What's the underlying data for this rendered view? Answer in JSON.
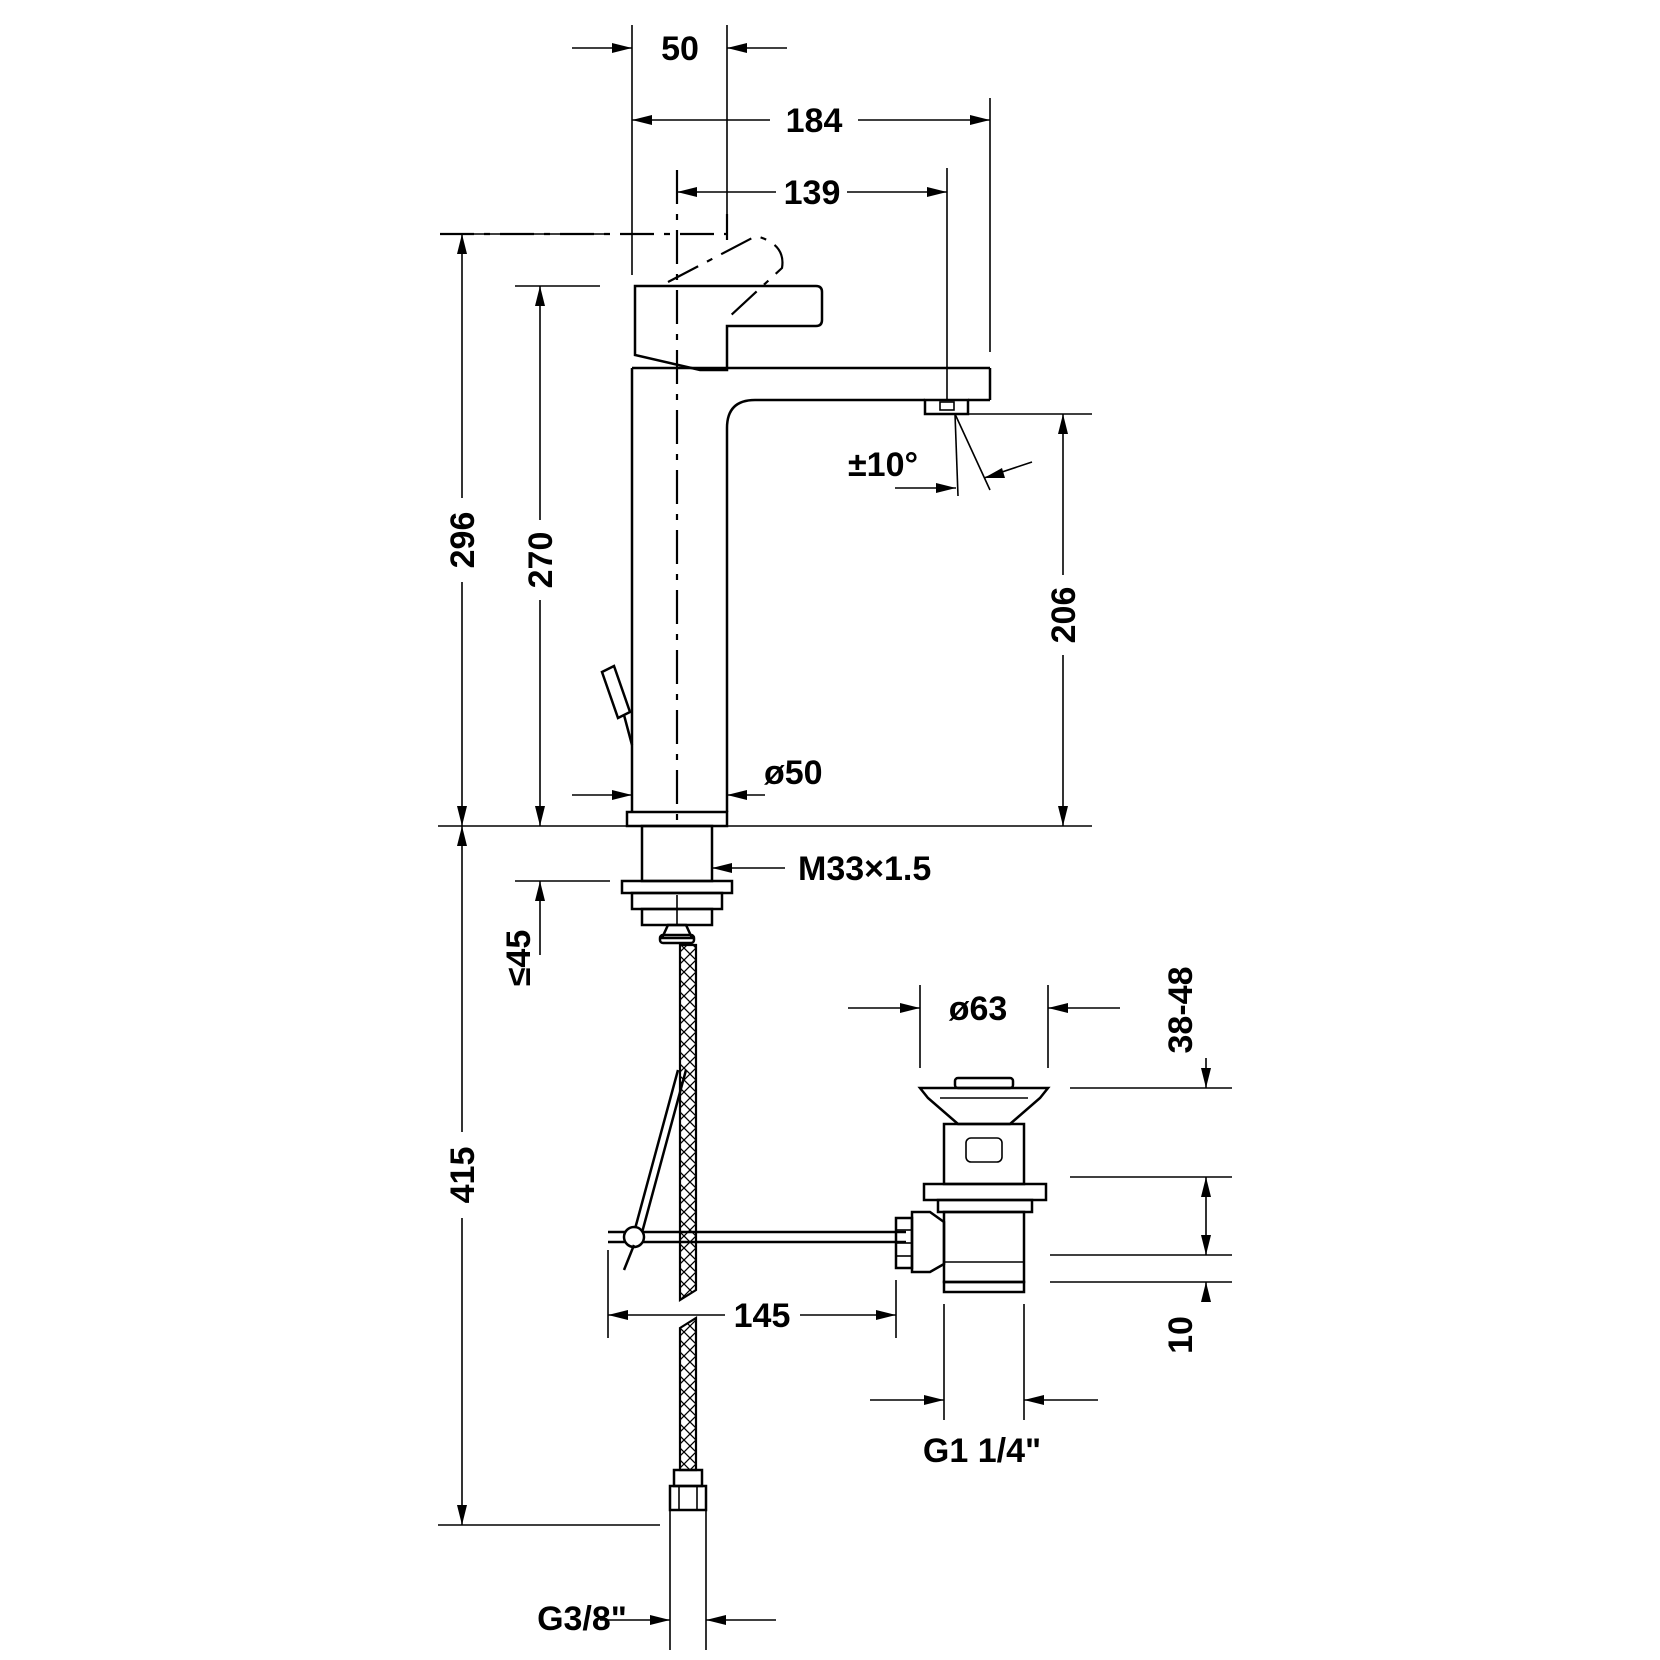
{
  "dimensions": {
    "d_50_top": "50",
    "d_184": "184",
    "d_139": "139",
    "d_296": "296",
    "d_270": "270",
    "d_206": "206",
    "d_angle": "±10°",
    "d_dia50": "ø50",
    "d_thread": "M33×1.5",
    "d_45": "≤45",
    "d_415": "415",
    "d_dia63": "ø63",
    "d_3848": "38-48",
    "d_145": "145",
    "d_10": "10",
    "d_g114": "G1 1/4\"",
    "d_g38": "G3/8\""
  },
  "colors": {
    "line": "#000000",
    "background": "#ffffff"
  }
}
